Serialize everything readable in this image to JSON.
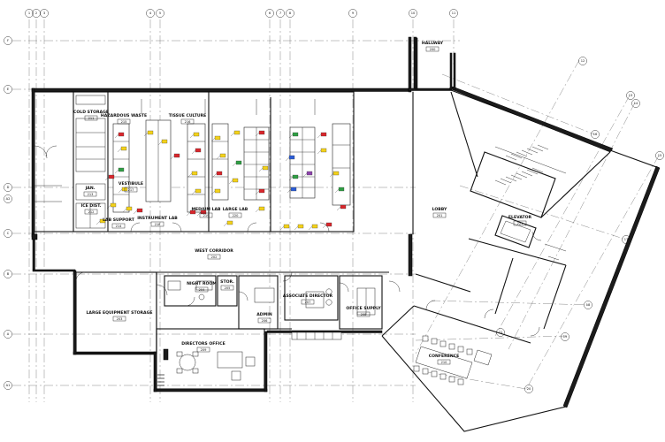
{
  "grid_bubbles": {
    "top": [
      "1",
      "2",
      "3",
      "4",
      "5",
      "6",
      "7",
      "8",
      "9",
      "10",
      "11"
    ],
    "left": [
      "F",
      "E",
      "D",
      "C",
      "B",
      "A",
      "A1",
      "A2"
    ],
    "diagonal": [
      "12",
      "13",
      "14",
      "15",
      "16",
      "17",
      "18",
      "19",
      "20",
      "21"
    ]
  },
  "rooms": {
    "hallway": {
      "name": "HALLWAY",
      "number": "200"
    },
    "cold_storage": {
      "name": "COLD STORAGE",
      "number": "211"
    },
    "ice_dist": {
      "name": "ICE DIST.",
      "number": "212"
    },
    "janitor": {
      "name": "JAN.",
      "number": "213"
    },
    "lab_support": {
      "name": "LAB SUPPORT",
      "number": "214"
    },
    "hazardous_waste": {
      "name": "HAZARDOUS WASTE",
      "number": "215"
    },
    "tissue_culture": {
      "name": "TISSUE CULTURE",
      "number": "216"
    },
    "vestibule": {
      "name": "VESTIBULE",
      "number": "217"
    },
    "instrument_lab": {
      "name": "INSTRUMENT LAB",
      "number": "218"
    },
    "medium_lab": {
      "name": "MEDIUM LAB",
      "number": "219"
    },
    "large_lab": {
      "name": "LARGE LAB",
      "number": "220"
    },
    "lobby": {
      "name": "LOBBY",
      "number": "201"
    },
    "west_corridor": {
      "name": "WEST CORRIDOR",
      "number": "202"
    },
    "large_equipment_storage": {
      "name": "LARGE EQUIPMENT STORAGE",
      "number": "203"
    },
    "night_room": {
      "name": "NIGHT ROOM",
      "number": "204"
    },
    "stor": {
      "name": "STOR.",
      "number": "205"
    },
    "admin": {
      "name": "ADMIN",
      "number": "206"
    },
    "associate_director": {
      "name": "ASSOCIATE DIRECTOR",
      "number": "207"
    },
    "office_supply": {
      "name": "OFFICE SUPPLY",
      "number": "208"
    },
    "directors_office": {
      "name": "DIRECTORS OFFICE",
      "number": "209"
    },
    "conference": {
      "name": "CONFERENCE",
      "number": "210"
    },
    "elevator": {
      "name": "ELEVATOR",
      "number": "221"
    }
  },
  "colors": {
    "line": "#111111",
    "tag_yellow": "#f4d21a",
    "tag_red": "#d9262c",
    "tag_green": "#2f9e44",
    "tag_blue": "#2b5cd6",
    "tag_purple": "#8e44ad"
  }
}
